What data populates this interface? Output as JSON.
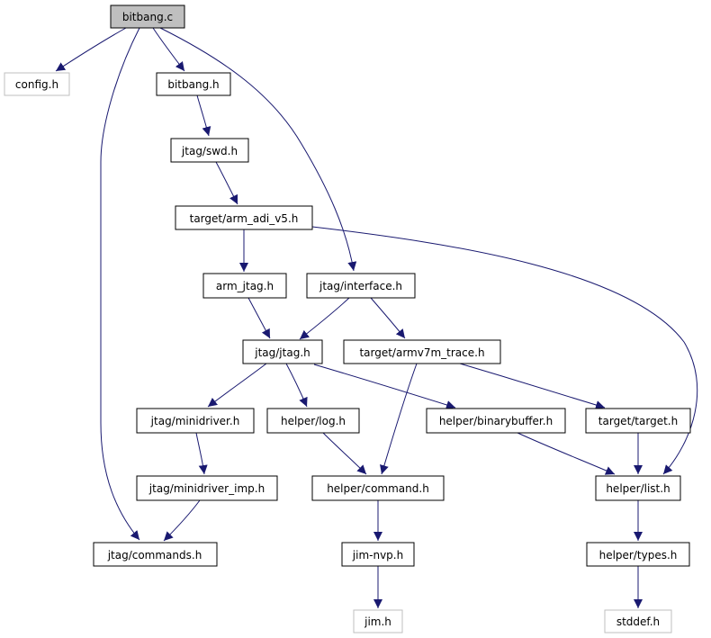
{
  "colors": {
    "edge": "#191970",
    "node_border": "#000000",
    "external_border": "#bfbfbf",
    "root_fill": "#bfbfbf"
  },
  "nodes": {
    "bitbang_c": "bitbang.c",
    "config_h": "config.h",
    "bitbang_h": "bitbang.h",
    "jtag_swd_h": "jtag/swd.h",
    "target_arm_adi_v5_h": "target/arm_adi_v5.h",
    "arm_jtag_h": "arm_jtag.h",
    "jtag_interface_h": "jtag/interface.h",
    "jtag_jtag_h": "jtag/jtag.h",
    "target_armv7m_trace_h": "target/armv7m_trace.h",
    "jtag_minidriver_h": "jtag/minidriver.h",
    "helper_log_h": "helper/log.h",
    "helper_binarybuffer_h": "helper/binarybuffer.h",
    "target_target_h": "target/target.h",
    "jtag_minidriver_imp_h": "jtag/minidriver_imp.h",
    "helper_command_h": "helper/command.h",
    "helper_list_h": "helper/list.h",
    "jtag_commands_h": "jtag/commands.h",
    "jim_nvp_h": "jim-nvp.h",
    "helper_types_h": "helper/types.h",
    "jim_h": "jim.h",
    "stddef_h": "stddef.h"
  },
  "edges": [
    [
      "bitbang_c",
      "config_h"
    ],
    [
      "bitbang_c",
      "bitbang_h"
    ],
    [
      "bitbang_c",
      "jtag_interface_h"
    ],
    [
      "bitbang_c",
      "jtag_commands_h"
    ],
    [
      "bitbang_h",
      "jtag_swd_h"
    ],
    [
      "jtag_swd_h",
      "target_arm_adi_v5_h"
    ],
    [
      "target_arm_adi_v5_h",
      "arm_jtag_h"
    ],
    [
      "target_arm_adi_v5_h",
      "helper_list_h"
    ],
    [
      "arm_jtag_h",
      "jtag_jtag_h"
    ],
    [
      "jtag_interface_h",
      "jtag_jtag_h"
    ],
    [
      "jtag_interface_h",
      "target_armv7m_trace_h"
    ],
    [
      "jtag_jtag_h",
      "jtag_minidriver_h"
    ],
    [
      "jtag_jtag_h",
      "helper_log_h"
    ],
    [
      "jtag_jtag_h",
      "helper_binarybuffer_h"
    ],
    [
      "target_armv7m_trace_h",
      "helper_command_h"
    ],
    [
      "target_armv7m_trace_h",
      "target_target_h"
    ],
    [
      "jtag_minidriver_h",
      "jtag_minidriver_imp_h"
    ],
    [
      "jtag_minidriver_imp_h",
      "jtag_commands_h"
    ],
    [
      "helper_log_h",
      "helper_command_h"
    ],
    [
      "helper_binarybuffer_h",
      "helper_list_h"
    ],
    [
      "target_target_h",
      "helper_list_h"
    ],
    [
      "helper_command_h",
      "jim_nvp_h"
    ],
    [
      "jim_nvp_h",
      "jim_h"
    ],
    [
      "helper_list_h",
      "helper_types_h"
    ],
    [
      "helper_types_h",
      "stddef_h"
    ]
  ]
}
